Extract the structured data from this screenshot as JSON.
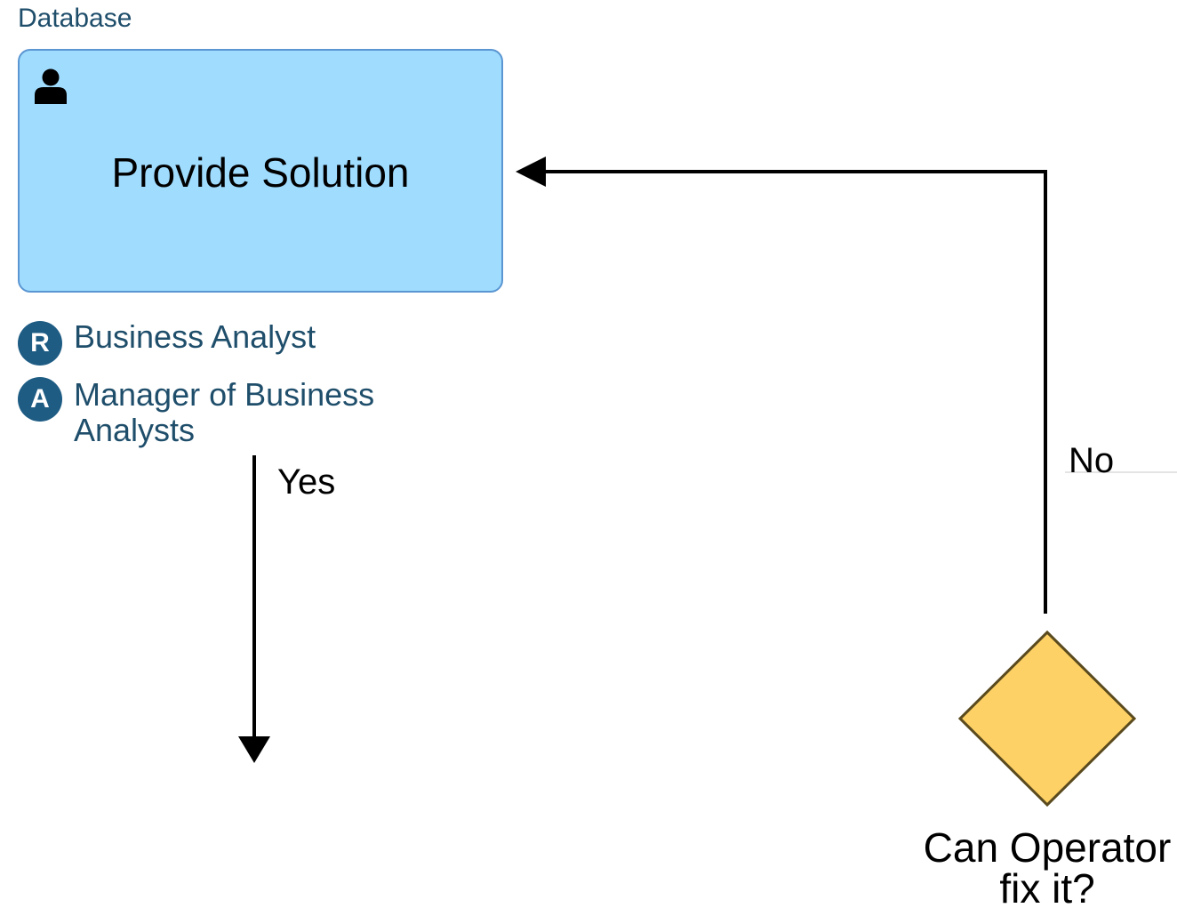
{
  "lane": {
    "label": "Database"
  },
  "task": {
    "title": "Provide Solution",
    "icon": "user-icon",
    "fill_color": "#9fdcfe",
    "border_color": "#5b96d2"
  },
  "roles": [
    {
      "badge": "R",
      "name": "Business Analyst"
    },
    {
      "badge": "A",
      "name": "Manager of Business Analysts"
    }
  ],
  "flows": {
    "yes_label": "Yes",
    "no_label": "No"
  },
  "gateway": {
    "label": "Can Operator fix it?",
    "fill_color": "#fdd165",
    "border_color": "#5a4a1e"
  },
  "colors": {
    "badge": "#1e5c84",
    "role_text": "#1f4e6b",
    "connector": "#000000"
  }
}
